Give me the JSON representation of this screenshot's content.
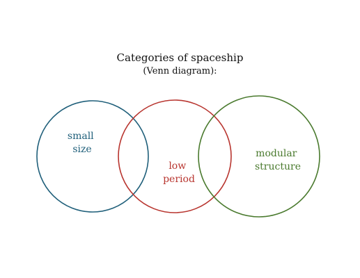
{
  "title": "Categories of spaceship",
  "subtitle": "(Venn diagram):",
  "sets": [
    {
      "label_lines": [
        "small",
        "size"
      ],
      "color": "#1f5f7a"
    },
    {
      "label_lines": [
        "low",
        "period"
      ],
      "color": "#b8352f"
    },
    {
      "label_lines": [
        "modular",
        "structure"
      ],
      "color": "#4a7a2e"
    }
  ]
}
